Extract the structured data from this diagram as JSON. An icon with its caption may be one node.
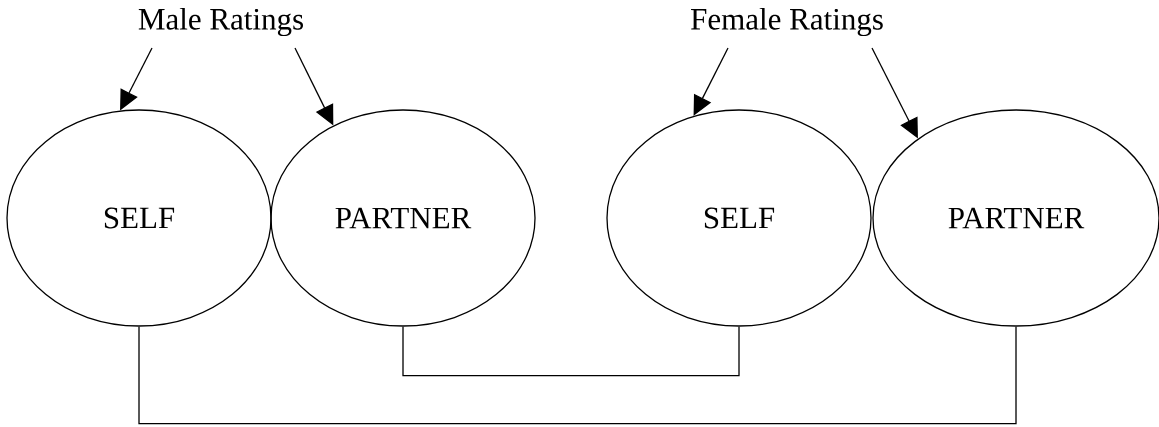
{
  "diagram": {
    "nodes": [
      {
        "text": [
          "Male Ratings"
        ]
      },
      {
        "text": [
          "SELF"
        ]
      },
      {
        "text": [
          "PARTNER"
        ]
      },
      {
        "text": [
          "Female Ratings"
        ]
      },
      {
        "text": [
          "SELF"
        ]
      },
      {
        "text": [
          "PARTNER"
        ]
      }
    ],
    "edges": [
      {
        "from": 0,
        "to": 1,
        "arrow": "to"
      },
      {
        "from": 0,
        "to": 2,
        "arrow": "to"
      },
      {
        "from": 3,
        "to": 4,
        "arrow": "to"
      },
      {
        "from": 3,
        "to": 5,
        "arrow": "to"
      },
      {
        "from": 1,
        "to": 5,
        "arrow": "none"
      },
      {
        "from": 2,
        "to": 4,
        "arrow": "none"
      }
    ]
  }
}
